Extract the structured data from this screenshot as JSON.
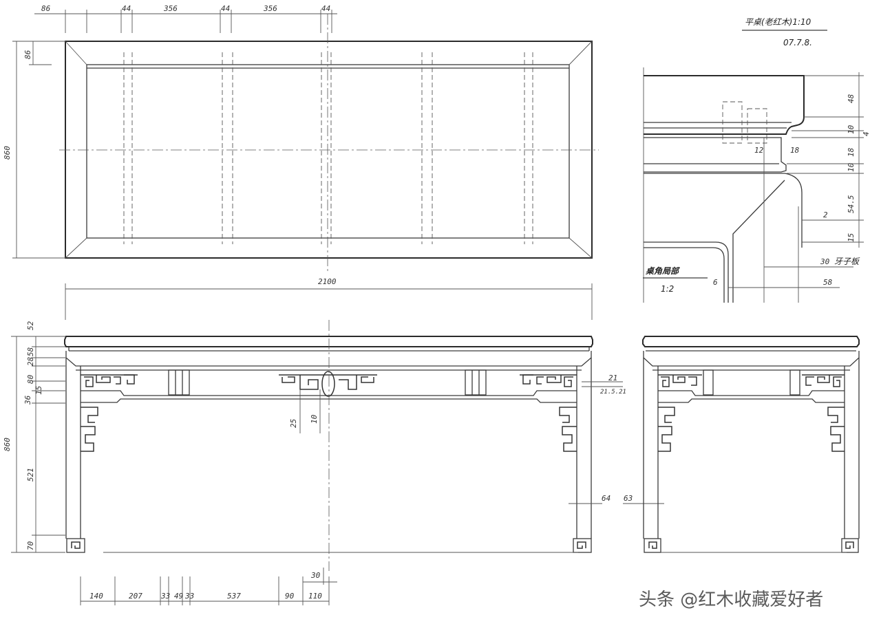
{
  "title": {
    "text": "平桌(老红木)1:10",
    "date": "07.7.8."
  },
  "plan_view": {
    "top_dims": [
      "86",
      "44",
      "356",
      "44",
      "356",
      "44"
    ],
    "left_dims": [
      "860",
      "86"
    ],
    "overall_width": "2100"
  },
  "front_view": {
    "left_dims": [
      "860",
      "52",
      "58",
      "28",
      "80",
      "15",
      "36",
      "521",
      "70"
    ],
    "center_dims": [
      "25",
      "10"
    ],
    "right_dims": [
      "21",
      "21.5.21"
    ],
    "leg_dims": [
      "64",
      "63"
    ],
    "bottom_dims": [
      "140",
      "207",
      "33",
      "49",
      "33",
      "537",
      "90",
      "110",
      "30"
    ]
  },
  "detail_view": {
    "title": "桌角局部",
    "scale": "1:2",
    "dims": [
      "48",
      "10",
      "4",
      "10",
      "18",
      "12",
      "18",
      "54.5",
      "2",
      "15",
      "30",
      "58",
      "6"
    ],
    "board_label": "牙子板"
  },
  "watermark": "头条 @红木收藏爱好者"
}
